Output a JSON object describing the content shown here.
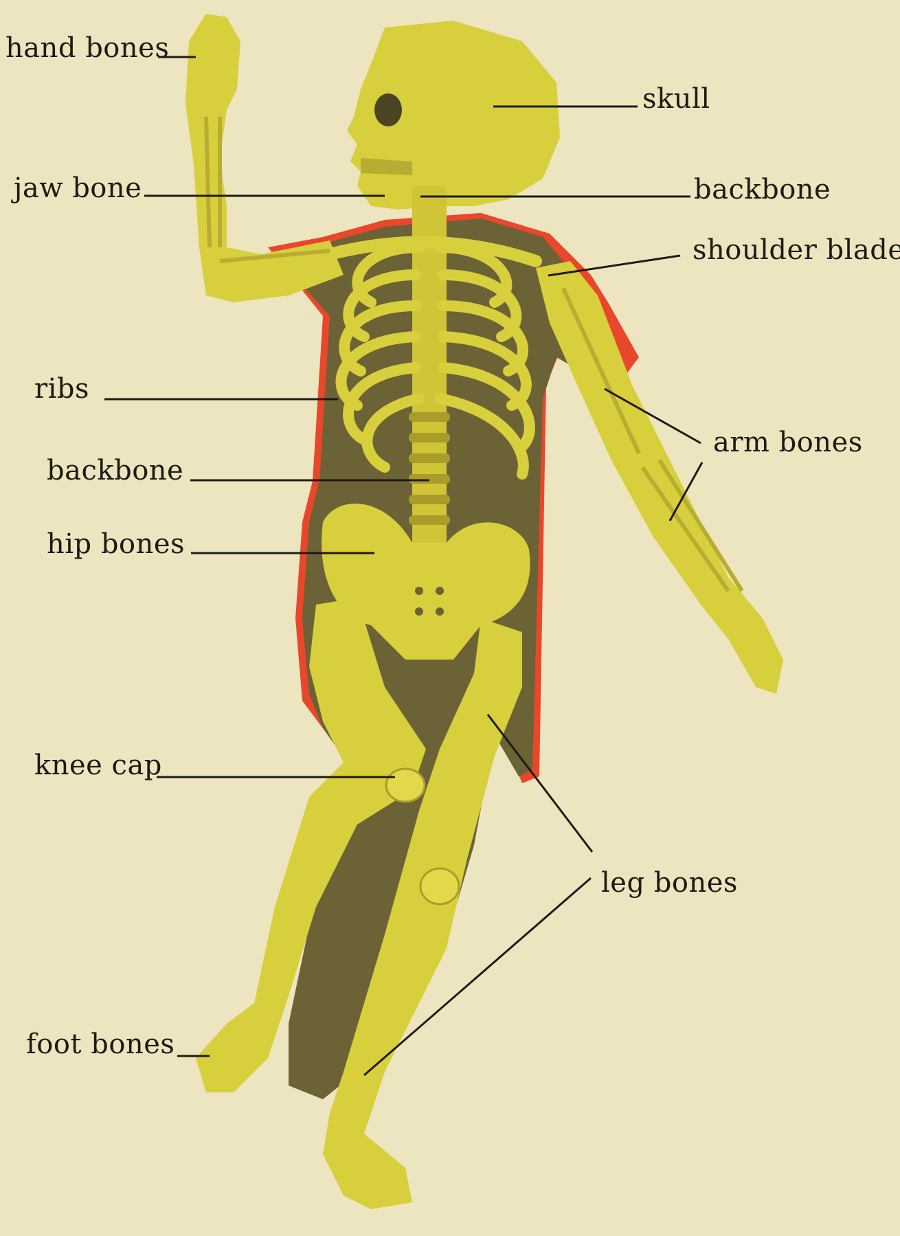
{
  "labels": {
    "hand_bones": "hand bones",
    "skull": "skull",
    "jaw_bone": "jaw bone",
    "backbone_upper": "backbone",
    "shoulder_blade": "shoulder blade",
    "ribs": "ribs",
    "arm_bones": "arm bones",
    "backbone_lower": "backbone",
    "hip_bones": "hip bones",
    "knee_cap": "knee cap",
    "leg_bones": "leg bones",
    "foot_bones": "foot bones"
  },
  "colors": {
    "background": "#ece5bf",
    "bone": "#d8cf3c",
    "bone_shade": "#a89c2a",
    "flesh_shadow": "#6b6236",
    "outline_red": "#e8472b",
    "leader_line": "#1f1a12"
  }
}
